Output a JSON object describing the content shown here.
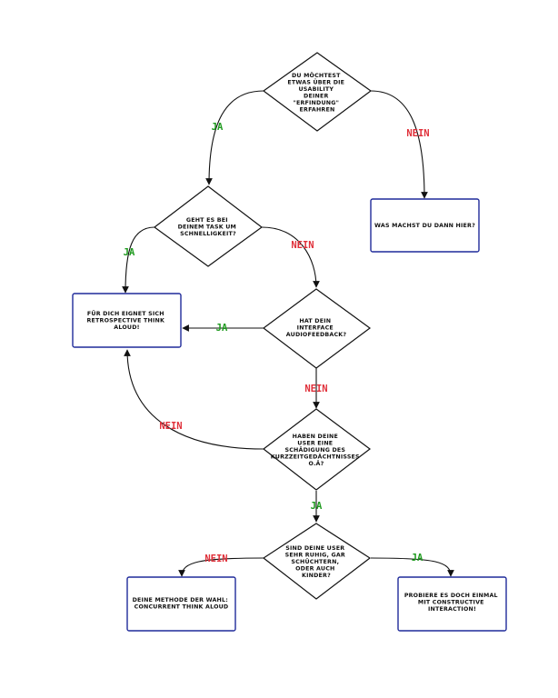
{
  "nodes": {
    "d1": [
      "DU MÖCHTEST",
      "ETWAS ÜBER DIE",
      "USABILITY",
      "DEINER",
      "\"ERFINDUNG\"",
      "ERFAHREN"
    ],
    "b_nein1": [
      "WAS MACHST DU DANN HIER?"
    ],
    "d2": [
      "GEHT ES BEI",
      "DEINEM TASK UM",
      "SCHNELLIGKEIT?"
    ],
    "b_retro": [
      "FÜR DICH EIGNET SICH",
      "RETROSPECTIVE THINK",
      "ALOUD!"
    ],
    "d3": [
      "HAT DEIN",
      "INTERFACE",
      "AUDIOFEEDBACK?"
    ],
    "d4": [
      "HABEN DEINE",
      "USER EINE",
      "SCHÄDIGUNG DES",
      "KURZZEITGEDÄCHTNISSES",
      "O.Ä?"
    ],
    "d5": [
      "SIND DEINE USER",
      "SEHR RUHIG, GAR",
      "SCHÜCHTERN,",
      "ODER AUCH",
      "KINDER?"
    ],
    "b_concurrent": [
      "DEINE METHODE DER WAHL:",
      "CONCURRENT THINK ALOUD"
    ],
    "b_constructive": [
      "PROBIERE ES DOCH EINMAL",
      "MIT CONSTRUCTIVE",
      "INTERACTION!"
    ]
  },
  "edge_labels": {
    "d1_ja": "JA",
    "d1_nein": "NEIN",
    "d2_ja": "JA",
    "d2_nein": "NEIN",
    "d3_ja": "JA",
    "d3_nein": "NEIN",
    "d4_nein": "NEIN",
    "d4_ja": "JA",
    "d5_nein": "NEIN",
    "d5_ja": "JA"
  },
  "colors": {
    "ja": "#1e9a1e",
    "nein": "#e0303a",
    "box_border": "#1f2a9a",
    "line": "#111111"
  }
}
